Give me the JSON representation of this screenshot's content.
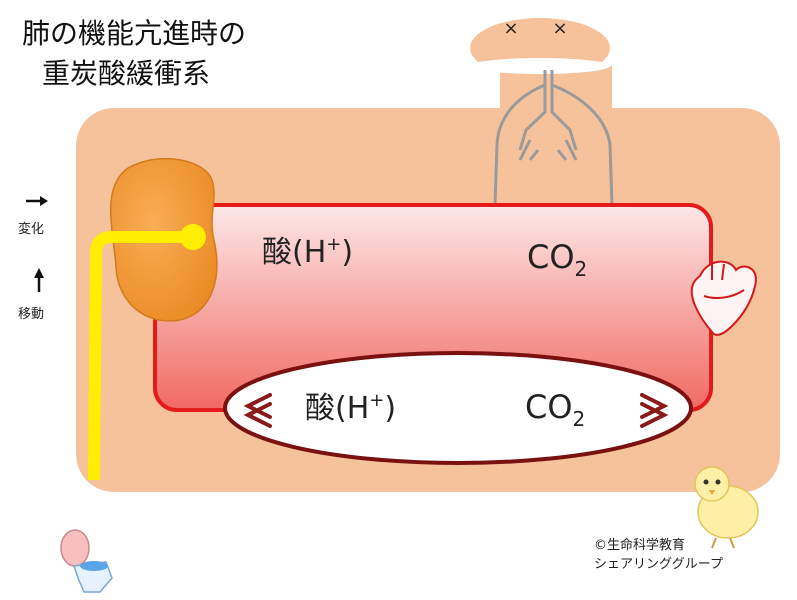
{
  "title": {
    "line1": "肺の機能亢進時の",
    "line2": "重炭酸緩衝系"
  },
  "legend": {
    "change": "変化",
    "move": "移動"
  },
  "blood_box": {
    "acid": "酸(H",
    "acid_sup": "+",
    "acid_close": ")",
    "co2": "CO",
    "co2_sub": "2"
  },
  "cell_ellipse": {
    "acid": "酸(H",
    "acid_sup": "+",
    "acid_close": ")",
    "co2": "CO",
    "co2_sub": "2"
  },
  "face": {
    "left_eye": "×",
    "right_eye": "×"
  },
  "copyright": {
    "line1": "©生命科学教育",
    "line2": "シェアリンググループ"
  },
  "colors": {
    "body": "#f6c29c",
    "blood_border": "#e51a1a",
    "blood_top": "#fde3e3",
    "blood_bottom": "#f06a62",
    "cell_border": "#7a1010",
    "kidney": "#f59a3a",
    "ureter": "#ffee00",
    "lung": "#9a9a9a"
  }
}
